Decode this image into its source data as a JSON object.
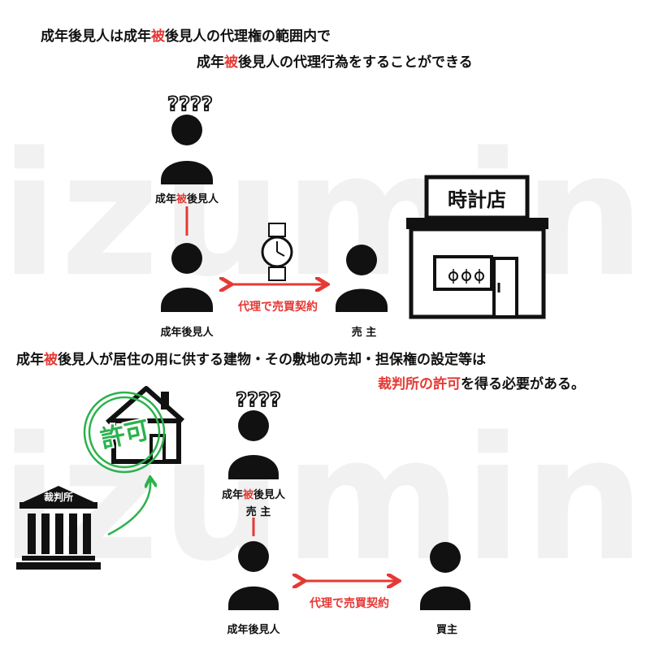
{
  "watermark": "izumin",
  "top": {
    "line1": {
      "a": "成年後見人は成年",
      "b": "被",
      "c": "後見人の代理権の範囲内で"
    },
    "line2": {
      "a": "成年",
      "b": "被",
      "c": "後見人の代理行為をすることができる"
    },
    "ward_label": {
      "a": "成年",
      "b": "被",
      "c": "後見人"
    },
    "guardian_label": "成年後見人",
    "seller_label": "売 主",
    "contract_label": "代理で売買契約",
    "shop_sign": "時計店",
    "question": "????"
  },
  "middle": {
    "line1": {
      "a": "成年",
      "b": "被",
      "c": "後見人が居住の用に供する建物・その敷地の売却・担保権の設定等は"
    },
    "line2": {
      "a": "裁判所の許可",
      "b": "を得る必要がある。"
    }
  },
  "bottom": {
    "stamp": "許可",
    "court_label": "裁判所",
    "ward_label": {
      "a": "成年",
      "b": "被",
      "c": "後見人"
    },
    "seller_label": "売 主",
    "guardian_label": "成年後見人",
    "buyer_label": "買主",
    "contract_label": "代理で売買契約",
    "question": "????"
  },
  "colors": {
    "accent": "#e53935",
    "approval": "#2bb24c",
    "ink": "#111111"
  }
}
